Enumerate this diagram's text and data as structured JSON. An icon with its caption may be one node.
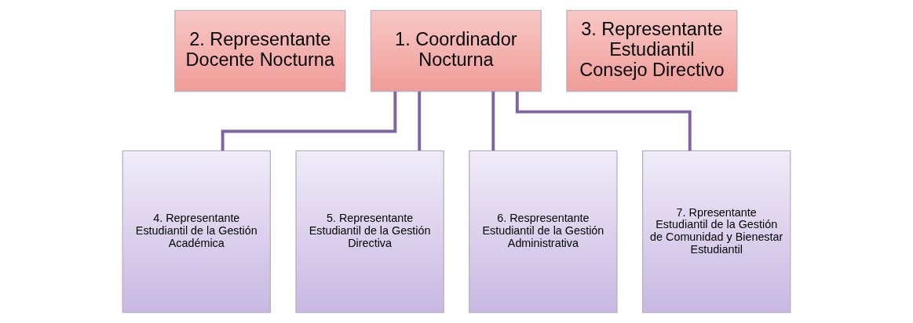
{
  "diagram": {
    "nodes": [
      {
        "text": [
          "2. Representante Docente Nocturna"
        ]
      },
      {
        "text": [
          "1. Coordinador Nocturna"
        ]
      },
      {
        "text": [
          "3. Representante Estudiantil Consejo Directivo"
        ]
      },
      {
        "text": [
          "4. Representante Estudiantil de la Gestión Académica"
        ]
      },
      {
        "text": [
          "5. Representante Estudiantil de la Gestión Directiva"
        ]
      },
      {
        "text": [
          "6. Respresentante Estudiantil de la Gestión Administrativa"
        ]
      },
      {
        "text": [
          "7. Rpresentante Estudiantil de la Gestión de Comunidad y Bienestar Estudiantil"
        ]
      }
    ],
    "edges": [
      {
        "from": 1,
        "to": 3,
        "arrow": "none"
      },
      {
        "from": 1,
        "to": 4,
        "arrow": "none"
      },
      {
        "from": 1,
        "to": 5,
        "arrow": "none"
      },
      {
        "from": 1,
        "to": 6,
        "arrow": "none"
      }
    ]
  }
}
